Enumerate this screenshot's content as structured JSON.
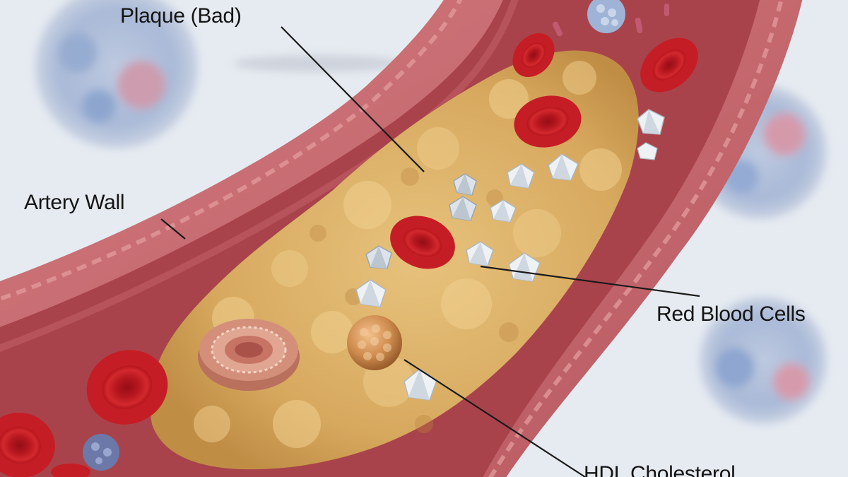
{
  "labels": {
    "plaque": "Plaque (Bad)",
    "artery_wall": "Artery Wall",
    "red_blood_cells": "Red Blood Cells",
    "hdl": "HDL Cholesterol"
  },
  "colors": {
    "background": "#e8edf2",
    "artery_wall": "#c9626a",
    "artery_inner": "#a94850",
    "plaque": "#d9ad62",
    "red_blood_cell": "#c81d25",
    "crystal": "#e9eef2",
    "hdl_particle": "#c98a4b",
    "leader_line": "#1a1a1a"
  }
}
